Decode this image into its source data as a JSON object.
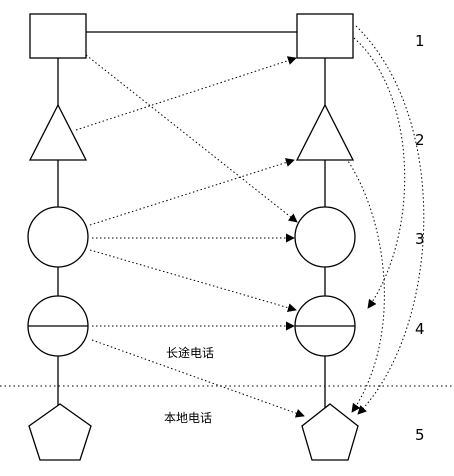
{
  "levels": {
    "l1": "1",
    "l2": "2",
    "l3": "3",
    "l4": "4",
    "l5": "5"
  },
  "zones": {
    "long_distance": "长途电话",
    "local": "本地电话"
  }
}
